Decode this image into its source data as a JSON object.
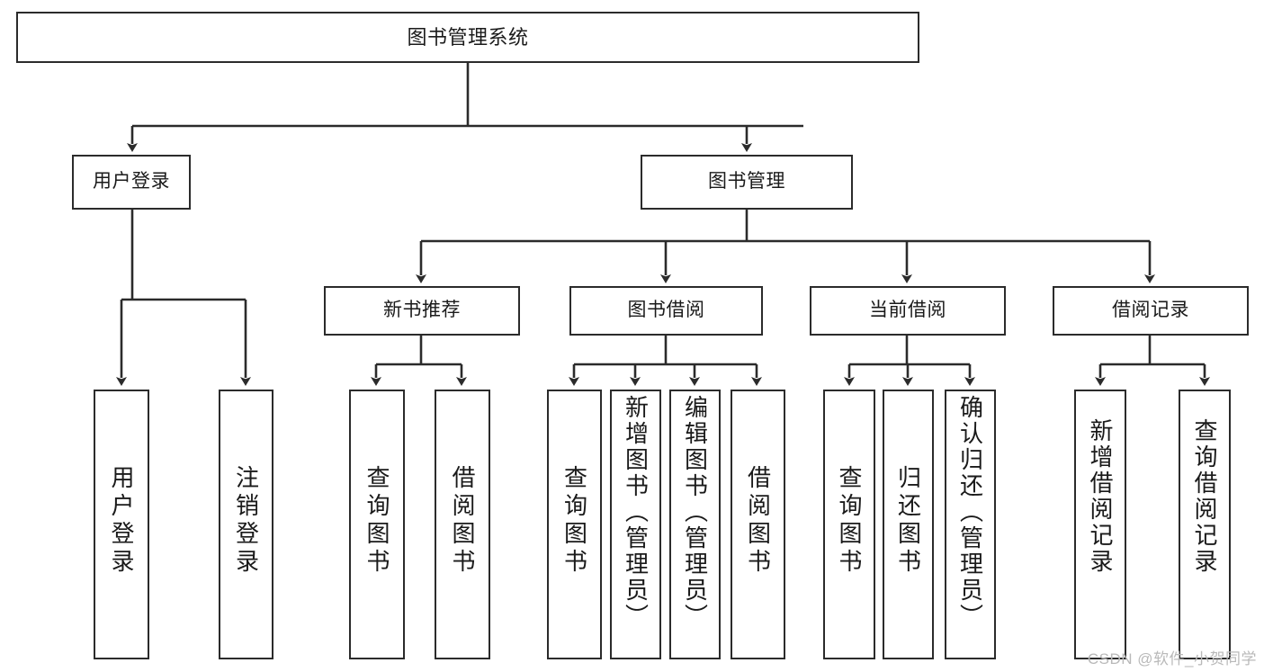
{
  "diagram": {
    "title": "图书管理系统",
    "type": "tree",
    "watermark": "CSDN @软件_小贺同学",
    "colors": {
      "stroke": "#2b2b2b",
      "fill": "#ffffff",
      "text": "#1a1a1a",
      "watermark": "#b9b9b9"
    }
  },
  "nodes": {
    "root": {
      "label": "图书管理系统"
    },
    "level2": [
      {
        "id": "user-login",
        "label": "用户登录"
      },
      {
        "id": "book-manage",
        "label": "图书管理"
      }
    ],
    "level3": [
      {
        "id": "new-book-recommend",
        "label": "新书推荐"
      },
      {
        "id": "book-borrow",
        "label": "图书借阅"
      },
      {
        "id": "current-borrow",
        "label": "当前借阅"
      },
      {
        "id": "borrow-record",
        "label": "借阅记录"
      }
    ],
    "leaves": {
      "user_login": [
        {
          "id": "leaf-user-login",
          "label": "用户登录"
        },
        {
          "id": "leaf-logout",
          "label": "注销登录"
        }
      ],
      "new_book_recommend": [
        {
          "id": "leaf-query-book-1",
          "label": "查询图书"
        },
        {
          "id": "leaf-borrow-book-1",
          "label": "借阅图书"
        }
      ],
      "book_borrow": [
        {
          "id": "leaf-query-book-2",
          "label": "查询图书"
        },
        {
          "id": "leaf-add-book",
          "label": "新增图书（管理员）"
        },
        {
          "id": "leaf-edit-book",
          "label": "编辑图书（管理员）"
        },
        {
          "id": "leaf-borrow-book-2",
          "label": "借阅图书"
        }
      ],
      "current_borrow": [
        {
          "id": "leaf-query-book-3",
          "label": "查询图书"
        },
        {
          "id": "leaf-return-book",
          "label": "归还图书"
        },
        {
          "id": "leaf-confirm-return",
          "label": "确认归还（管理员）"
        }
      ],
      "borrow_record": [
        {
          "id": "leaf-add-record",
          "label": "新增借阅记录"
        },
        {
          "id": "leaf-query-record",
          "label": "查询借阅记录"
        }
      ]
    }
  }
}
